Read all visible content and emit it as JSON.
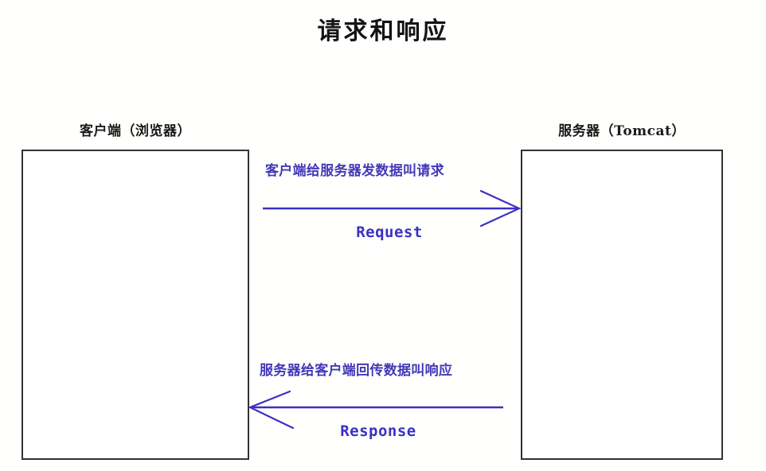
{
  "diagram": {
    "title": "请求和响应",
    "nodes": [
      {
        "id": "client",
        "label": "客户端（浏览器）"
      },
      {
        "id": "server",
        "label": "服务器（Tomcat）"
      }
    ],
    "flows": [
      {
        "id": "request",
        "direction": "client-to-server",
        "annotation": "客户端给服务器发数据叫请求",
        "label": "Request"
      },
      {
        "id": "response",
        "direction": "server-to-client",
        "annotation": "服务器给客户端回传数据叫响应",
        "label": "Response"
      }
    ],
    "colors": {
      "arrow": "#3b30c4",
      "annotation": "#4338b8",
      "box_border": "#333333",
      "title": "#141414",
      "background": "#fffffd"
    }
  }
}
